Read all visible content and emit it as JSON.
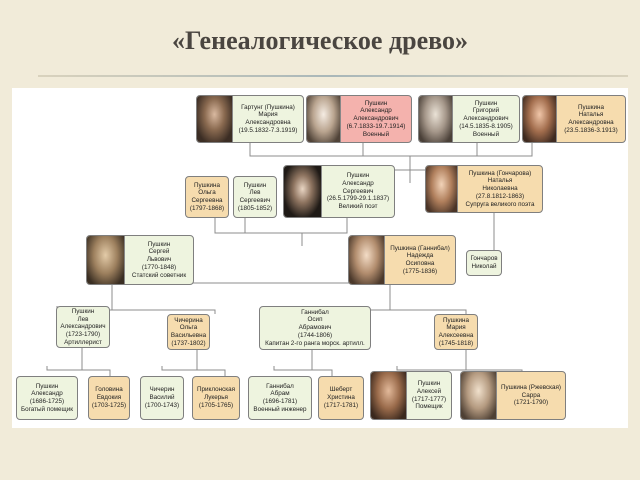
{
  "slide": {
    "title": "«Генеалогическое древо»"
  },
  "nodes": {
    "maria": [
      "Гартунг (Пушкина)",
      "Мария",
      "Александровна",
      "(19.5.1832-7.3.1919)"
    ],
    "alexander_son": [
      "Пушкин",
      "Александр",
      "Александрович",
      "(6.7.1833-19.7.1914)",
      "Военный"
    ],
    "grigory": [
      "Пушкин",
      "Григорий",
      "Александрович",
      "(14.5.1835-8.1905)",
      "Военный"
    ],
    "natalia_daughter": [
      "Пушкина",
      "Наталья",
      "Александровна",
      "(23.5.1836-3.1913)"
    ],
    "olga": [
      "Пушкина",
      "Ольга",
      "Сергеевна",
      "(1797-1868)"
    ],
    "lev_s": [
      "Пушкин",
      "Лев",
      "Сергеевич",
      "(1805-1852)"
    ],
    "poet": [
      "Пушкин",
      "Александр",
      "Сергеевич",
      "(26.5.1799-29.1.1837)",
      "Великий поэт"
    ],
    "natalia_goncharova": [
      "Пушкина (Гончарова)",
      "Наталья",
      "Николаевна",
      "(27.8.1812-1863)",
      "Супруга великого поэта"
    ],
    "sergey": [
      "Пушкин",
      "Сергей",
      "Львович",
      "(1770-1848)",
      "Статский советник"
    ],
    "nadezhda": [
      "Пушкина (Ганнибал)",
      "Надежда",
      "Осиповна",
      "(1775-1836)"
    ],
    "goncharov": [
      "Гончаров",
      "Николай"
    ],
    "lev_a": [
      "Пушкин",
      "Лев",
      "Александрович",
      "(1723-1790)",
      "Артиллерист"
    ],
    "olga_chicherina": [
      "Чичерина",
      "Ольга",
      "Васильевна",
      "(1737-1802)"
    ],
    "osip": [
      "Ганнибал",
      "Осип",
      "Абрамович",
      "(1744-1806)",
      "Капитан 2-го ранга морск. артилл."
    ],
    "maria_alexeevna": [
      "Пушкина",
      "Мария",
      "Алексеевна",
      "(1745-1818)"
    ],
    "alexander_old": [
      "Пушкин",
      "Александр",
      "(1686-1725)",
      "Богатый помещик"
    ],
    "golovina": [
      "Головина",
      "Евдокия",
      "(1703-1725)"
    ],
    "chicherin": [
      "Чичерин",
      "Василий",
      "(1700-1743)"
    ],
    "priklonskaya": [
      "Приклонская",
      "Лукерья",
      "(1705-1765)"
    ],
    "abram": [
      "Ганнибал",
      "Абрам",
      "(1696-1781)",
      "Военный инженер"
    ],
    "shebert": [
      "Шеберт",
      "Христина",
      "(1717-1781)"
    ],
    "alexey": [
      "Пушкин",
      "Алексей",
      "(1717-1777)",
      "Помещик"
    ],
    "sarra": [
      "Пушкина (Ржевская)",
      "Сарра",
      "(1721-1790)"
    ]
  }
}
